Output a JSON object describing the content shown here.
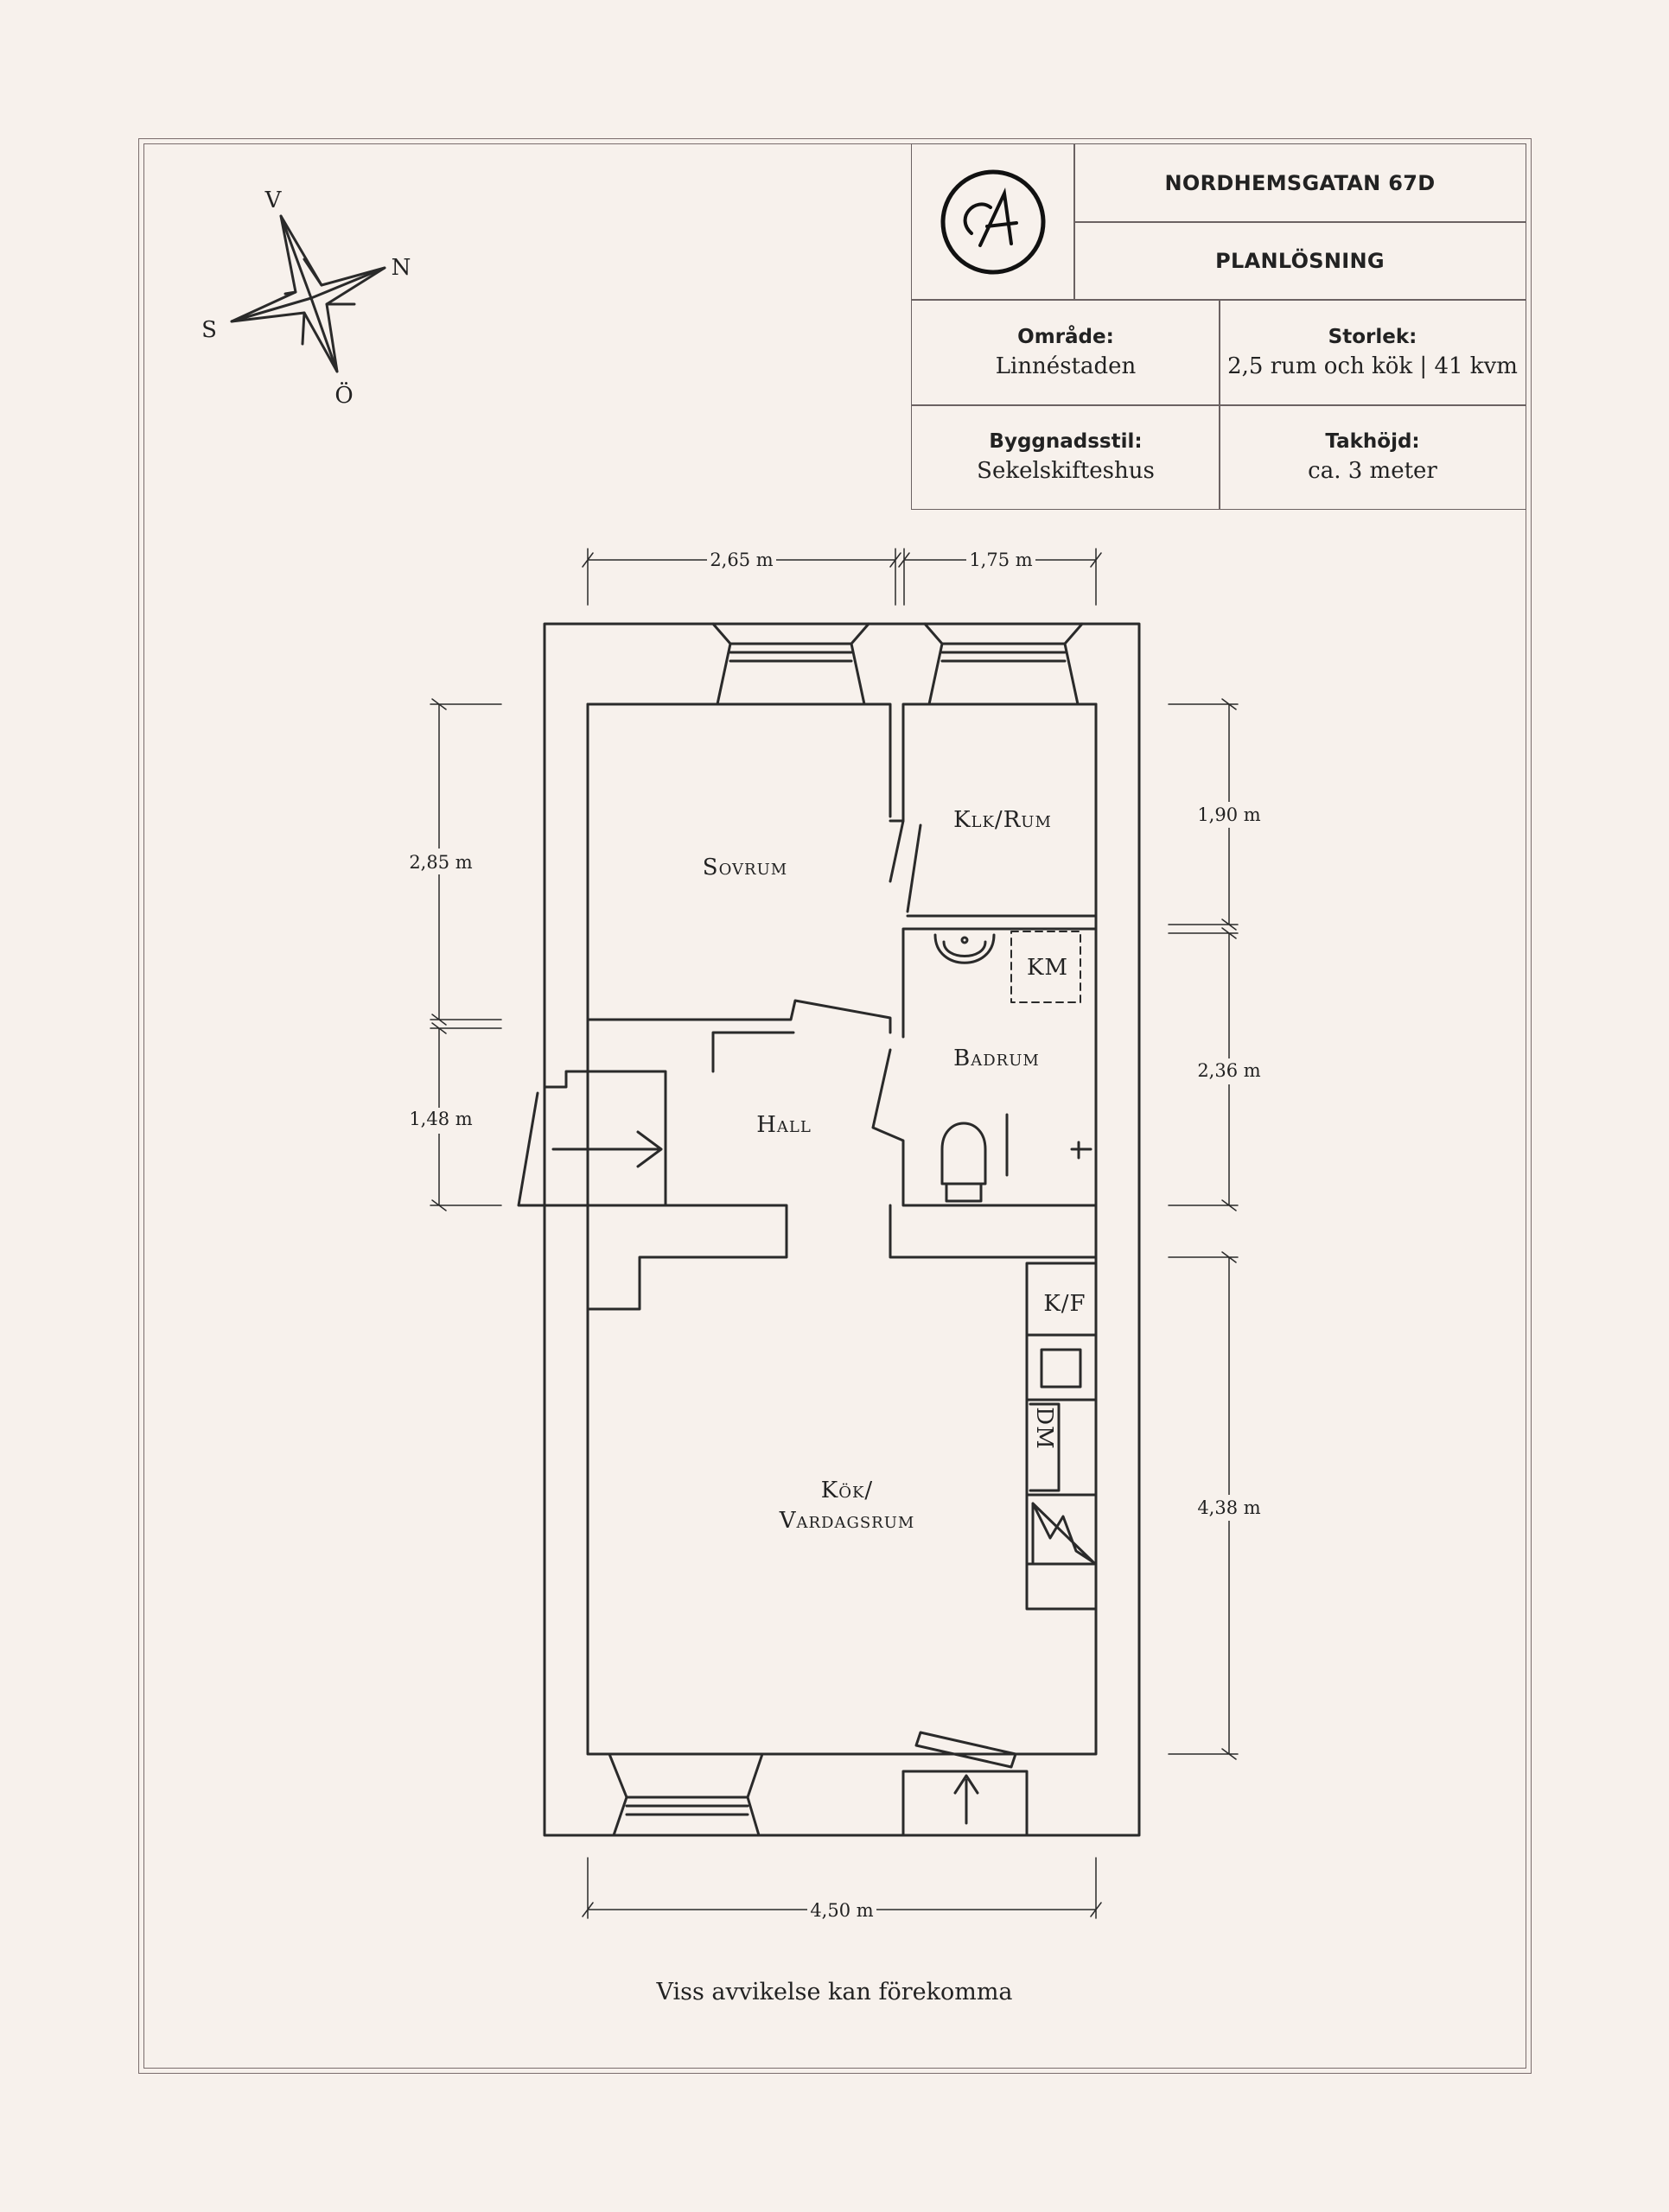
{
  "title_block": {
    "address": "NORDHEMSGATAN 67D",
    "doc_type": "PLANLÖSNING",
    "area_label": "Område:",
    "area_value": "Linnéstaden",
    "size_label": "Storlek:",
    "size_value": "2,5 rum och kök | 41 kvm",
    "style_label": "Byggnadsstil:",
    "style_value": "Sekelskifteshus",
    "height_label": "Takhöjd:",
    "height_value": "ca. 3 meter",
    "logo_letter": "A"
  },
  "compass": {
    "top": "V",
    "right": "N",
    "left": "S",
    "bottom": "Ö"
  },
  "rooms": {
    "sovrum": "Sovrum",
    "klk": "Klk/Rum",
    "badrum": "Badrum",
    "km": "KM",
    "hall": "Hall",
    "kok_line1": "Kök/",
    "kok_line2": "Vardagsrum",
    "kf": "K/F",
    "dm": "DM"
  },
  "dimensions": {
    "top_left": "2,65 m",
    "top_right": "1,75 m",
    "left_upper": "2,85 m",
    "left_lower": "1,48 m",
    "right_upper": "1,90 m",
    "right_middle": "2,36 m",
    "right_lower": "4,38 m",
    "bottom": "4,50 m"
  },
  "note": "Viss avvikelse kan förekomma"
}
